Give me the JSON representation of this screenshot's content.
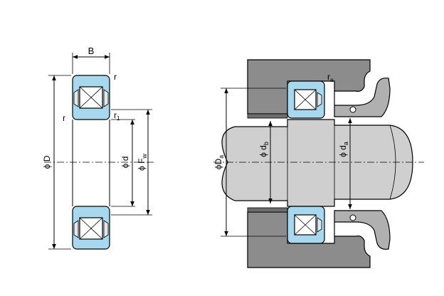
{
  "colors": {
    "ring": "#a8d8ee",
    "housing": "#8c8c8c",
    "housing_dark": "#6e6e6e",
    "shaft": "#cfcfcf",
    "line": "#000000"
  },
  "left_view": {
    "label_B": "B",
    "label_r_top": "r",
    "label_r_left": "r",
    "label_r1_base": "r",
    "label_r1_sub": "1",
    "label_phiD": "ϕ D",
    "label_phid": "ϕ d",
    "label_phiFw_base": "ϕ F",
    "label_phiFw_sub": "w"
  },
  "right_view": {
    "label_ra_base": "r",
    "label_ra_sub": "a",
    "label_phiDa_base": "ϕD",
    "label_phiDa_sub": "a",
    "label_phidb_base": "ϕ d",
    "label_phidb_sub": "b",
    "label_phida_base": "ϕ d",
    "label_phida_sub": "a"
  }
}
